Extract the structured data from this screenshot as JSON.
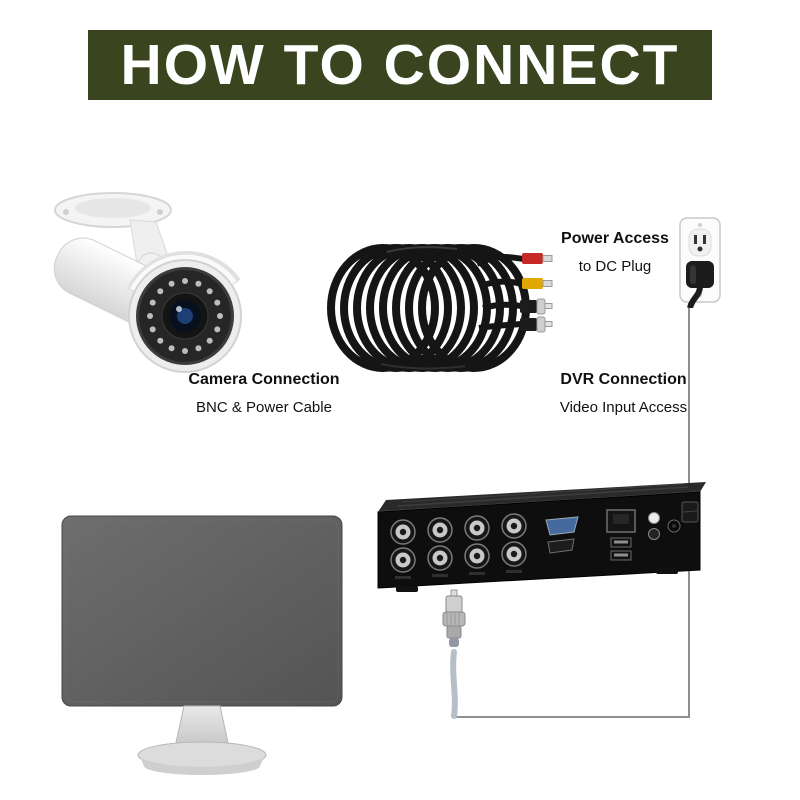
{
  "title": "HOW TO CONNECT",
  "banner": {
    "bg_color": "#3a4520",
    "text_color": "#ffffff"
  },
  "labels": {
    "camera": {
      "heading": "Camera Connection",
      "sub": "BNC & Power Cable"
    },
    "power": {
      "heading": "Power Access",
      "sub": "to DC Plug"
    },
    "dvr": {
      "heading": "DVR Connection",
      "sub": "Video Input Access"
    }
  },
  "icons": [
    "bullet-camera-illustration",
    "bnc-cable-coil-illustration",
    "wall-outlet-icon",
    "dvr-recorder-illustration",
    "bnc-connector-icon",
    "monitor-illustration"
  ],
  "line_color": "#909090",
  "cable_color": "#b6bfc9"
}
